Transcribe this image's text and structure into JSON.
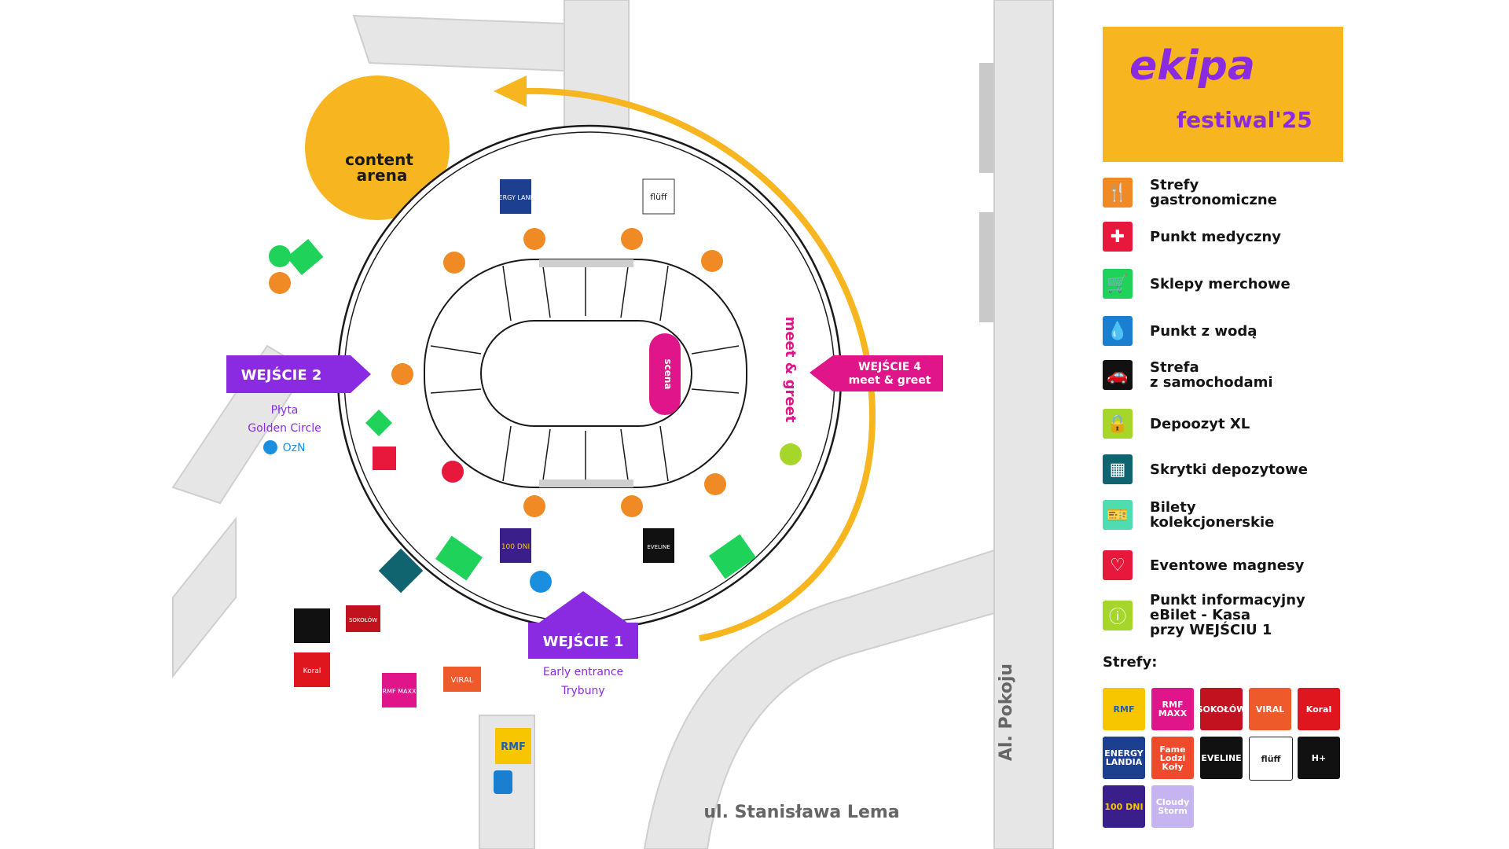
{
  "logo": {
    "line1": "ekipa",
    "line2": "festiwal'25"
  },
  "map": {
    "content_arena": "content\narena",
    "content_arena_l1": "content",
    "content_arena_l2": "arena",
    "scena": "scena",
    "meet_greet": "meet & greet",
    "gate2": "WEJŚCIE 2",
    "gate2_sub1": "Płyta",
    "gate2_sub2": "Golden Circle",
    "gate2_sub3": "OzN",
    "gate1": "WEJŚCIE 1",
    "gate1_sub1": "Early entrance",
    "gate1_sub2": "Trybuny",
    "gate4_l1": "WEJŚCIE 4",
    "gate4_l2": "meet & greet",
    "street_lema": "ul. Stanisława Lema",
    "street_pokoju": "Al. Pokoju",
    "brand_energy": "ENERGY LANDIA",
    "brand_fluff": "flüff",
    "brand_100dni": "100 DNI",
    "brand_eveline": "EVELINE",
    "brand_sokolow": "SOKOŁÓW",
    "brand_viral": "VIRAL",
    "brand_rmfmaxx": "RMF MAXX",
    "brand_rmf": "RMF",
    "brand_koral": "Koral"
  },
  "legend": {
    "items": [
      {
        "label": "Strefy\ngastronomiczne",
        "color": "#f08a24",
        "icon": "fork-knife-icon",
        "glyph": "🍴"
      },
      {
        "label": "Punkt medyczny",
        "color": "#e8173c",
        "icon": "medical-cross-icon",
        "glyph": "✚"
      },
      {
        "label": "Sklepy merchowe",
        "color": "#1fd25a",
        "icon": "shopping-cart-icon",
        "glyph": "🛒"
      },
      {
        "label": "Punkt z wodą",
        "color": "#1a7fd0",
        "icon": "water-drop-icon",
        "glyph": "💧"
      },
      {
        "label": "Strefa\nz samochodami",
        "color": "#111111",
        "icon": "car-icon",
        "glyph": "🚗"
      },
      {
        "label": "Depoozyt XL",
        "color": "#a6d62a",
        "icon": "lock-shield-icon",
        "glyph": "🔒"
      },
      {
        "label": "Skrytki depozytowe",
        "color": "#0f6470",
        "icon": "lockers-icon",
        "glyph": "▦"
      },
      {
        "label": "Bilety\nkolekcjonerskie",
        "color": "#4fdcb0",
        "icon": "ticket-icon",
        "glyph": "🎫"
      },
      {
        "label": "Eventowe magnesy",
        "color": "#e8173c",
        "icon": "heart-icon",
        "glyph": "♡"
      },
      {
        "label": "Punkt informacyjny\neBilet - Kasa\nprzy WEJŚCIU 1",
        "color": "#a6d62a",
        "icon": "info-icon",
        "glyph": "ⓘ"
      }
    ],
    "strefy_title": "Strefy:",
    "brands": [
      {
        "label": "RMF",
        "bg": "#f7c600",
        "fg": "#1a5fb4"
      },
      {
        "label": "RMF MAXX",
        "bg": "#e0158a",
        "fg": "#ffffff"
      },
      {
        "label": "SOKOŁÓW",
        "bg": "#c3121f",
        "fg": "#ffffff"
      },
      {
        "label": "VIRAL",
        "bg": "#ee5a2a",
        "fg": "#ffffff"
      },
      {
        "label": "Koral",
        "bg": "#e0161e",
        "fg": "#ffffff"
      },
      {
        "label": "ENERGY LANDIA",
        "bg": "#1d3f8f",
        "fg": "#ffffff"
      },
      {
        "label": "Fame Lodzi Koły",
        "bg": "#f04a2c",
        "fg": "#ffffff"
      },
      {
        "label": "EVELINE",
        "bg": "#111111",
        "fg": "#ffffff"
      },
      {
        "label": "flüff",
        "bg": "#ffffff",
        "fg": "#222222"
      },
      {
        "label": "H+",
        "bg": "#111111",
        "fg": "#ffffff"
      },
      {
        "label": "100 DNI",
        "bg": "#3a1f8a",
        "fg": "#f7c600"
      },
      {
        "label": "Cloudy Storm",
        "bg": "#c6b4f0",
        "fg": "#ffffff"
      }
    ]
  },
  "colors": {
    "accent_yellow": "#f7b620",
    "purple": "#8a2be2",
    "pink": "#e0158a",
    "road": "#e4e4e4"
  }
}
